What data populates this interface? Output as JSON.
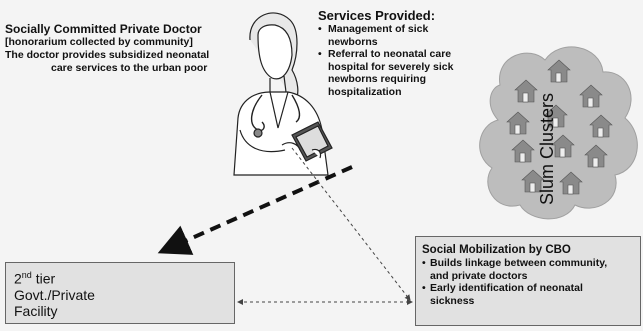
{
  "doctor": {
    "title": "Socially Committed Private Doctor",
    "lines": [
      "[honorarium collected by community]",
      "The doctor provides subsidized neonatal",
      "care services to the urban poor"
    ]
  },
  "services": {
    "title": "Services Provided:",
    "items": [
      [
        "Management of sick",
        "newborns"
      ],
      [
        "Referral to neonatal care",
        "hospital for severely sick",
        "newborns requiring",
        "hospitalization"
      ]
    ]
  },
  "slum": {
    "label": "Slum Clusters"
  },
  "tier": {
    "line1_main": "2",
    "line1_sup": "nd",
    "line1_rest": " tier",
    "line2": "Govt./Private",
    "line3": "Facility"
  },
  "cbo": {
    "title": "Social Mobilization by CBO",
    "items": [
      [
        "Builds linkage between community,",
        "and private doctors"
      ],
      [
        "Early identification of neonatal",
        "sickness"
      ]
    ]
  },
  "colors": {
    "box_fill": "#e1e1e1",
    "cloud_fill": "#bdbdbd",
    "house_fill": "#8a8a8a"
  }
}
